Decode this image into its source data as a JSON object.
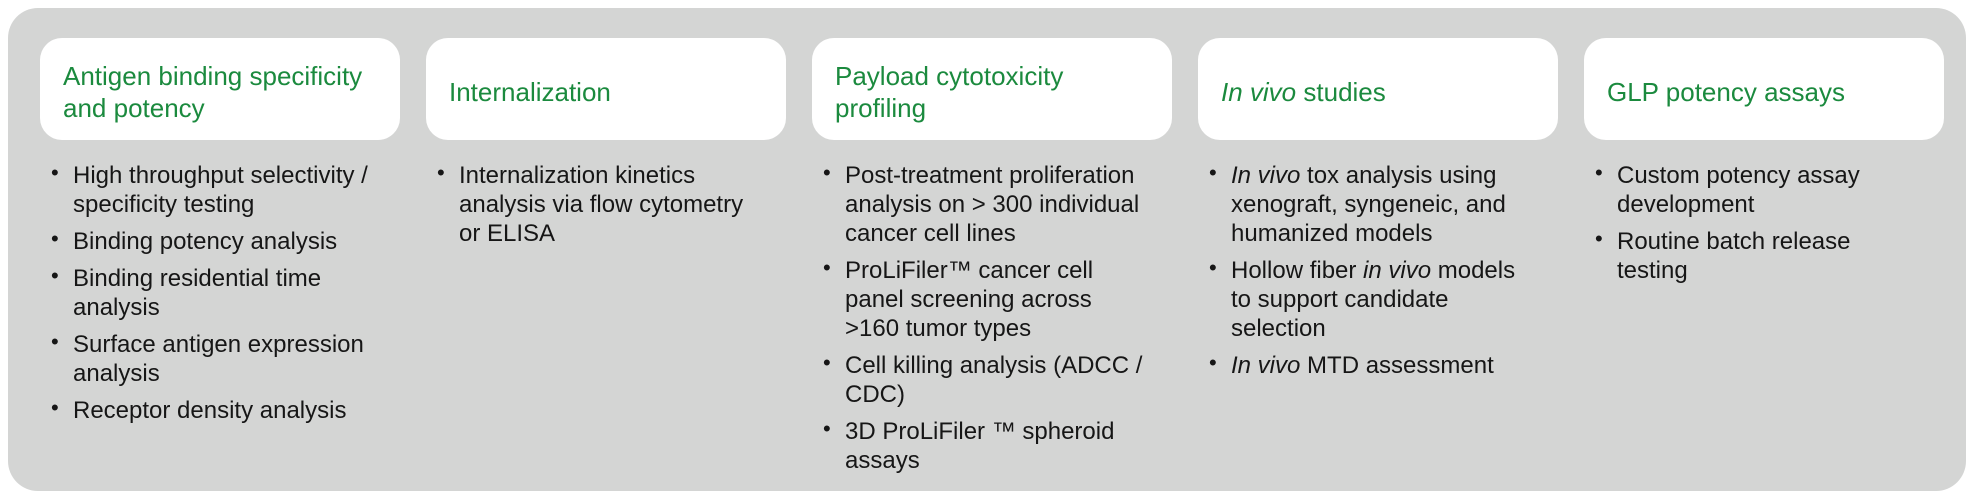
{
  "theme": {
    "page_background": "#ffffff",
    "panel_background": "#d4d5d4",
    "card_background": "#ffffff",
    "title_color": "#1b8a3e",
    "text_color": "#161616",
    "bullet_glyph": "•"
  },
  "board": {
    "columns": [
      {
        "title": [
          {
            "text": "Antigen binding specificity"
          },
          {
            "br": true
          },
          {
            "text": "and potency"
          }
        ],
        "items": [
          [
            {
              "text": "High throughput selectivity /"
            },
            {
              "br": true
            },
            {
              "text": "specificity testing"
            }
          ],
          [
            {
              "text": "Binding potency analysis"
            }
          ],
          [
            {
              "text": "Binding residential time"
            },
            {
              "br": true
            },
            {
              "text": "analysis"
            }
          ],
          [
            {
              "text": "Surface antigen expression"
            },
            {
              "br": true
            },
            {
              "text": "analysis"
            }
          ],
          [
            {
              "text": "Receptor density analysis"
            }
          ]
        ]
      },
      {
        "title": [
          {
            "text": "Internalization"
          }
        ],
        "items": [
          [
            {
              "text": "Internalization kinetics"
            },
            {
              "br": true
            },
            {
              "text": "analysis via flow cytometry"
            },
            {
              "br": true
            },
            {
              "text": "or ELISA"
            }
          ]
        ]
      },
      {
        "title": [
          {
            "text": "Payload cytotoxicity"
          },
          {
            "br": true
          },
          {
            "text": "profiling"
          }
        ],
        "items": [
          [
            {
              "text": "Post-treatment proliferation"
            },
            {
              "br": true
            },
            {
              "text": "analysis on > 300 individual"
            },
            {
              "br": true
            },
            {
              "text": "cancer cell lines"
            }
          ],
          [
            {
              "text": "ProLiFiler™ cancer cell"
            },
            {
              "br": true
            },
            {
              "text": "panel screening across"
            },
            {
              "br": true
            },
            {
              "text": ">160 tumor types"
            }
          ],
          [
            {
              "text": "Cell killing analysis (ADCC /"
            },
            {
              "br": true
            },
            {
              "text": "CDC)"
            }
          ],
          [
            {
              "text": "3D ProLiFiler ™ spheroid"
            },
            {
              "br": true
            },
            {
              "text": "assays"
            }
          ]
        ]
      },
      {
        "title": [
          {
            "text": "In vivo",
            "italic": true
          },
          {
            "text": " studies"
          }
        ],
        "items": [
          [
            {
              "text": "In vivo",
              "italic": true
            },
            {
              "text": " tox analysis using"
            },
            {
              "br": true
            },
            {
              "text": "xenograft, syngeneic, and"
            },
            {
              "br": true
            },
            {
              "text": "humanized models"
            }
          ],
          [
            {
              "text": "Hollow fiber "
            },
            {
              "text": "in vivo",
              "italic": true
            },
            {
              "text": " models"
            },
            {
              "br": true
            },
            {
              "text": "to support candidate"
            },
            {
              "br": true
            },
            {
              "text": "selection"
            }
          ],
          [
            {
              "text": "In vivo",
              "italic": true
            },
            {
              "text": " MTD assessment"
            }
          ]
        ]
      },
      {
        "title": [
          {
            "text": "GLP potency assays"
          }
        ],
        "items": [
          [
            {
              "text": "Custom potency assay"
            },
            {
              "br": true
            },
            {
              "text": "development"
            }
          ],
          [
            {
              "text": "Routine batch release"
            },
            {
              "br": true
            },
            {
              "text": "testing"
            }
          ]
        ]
      }
    ]
  }
}
